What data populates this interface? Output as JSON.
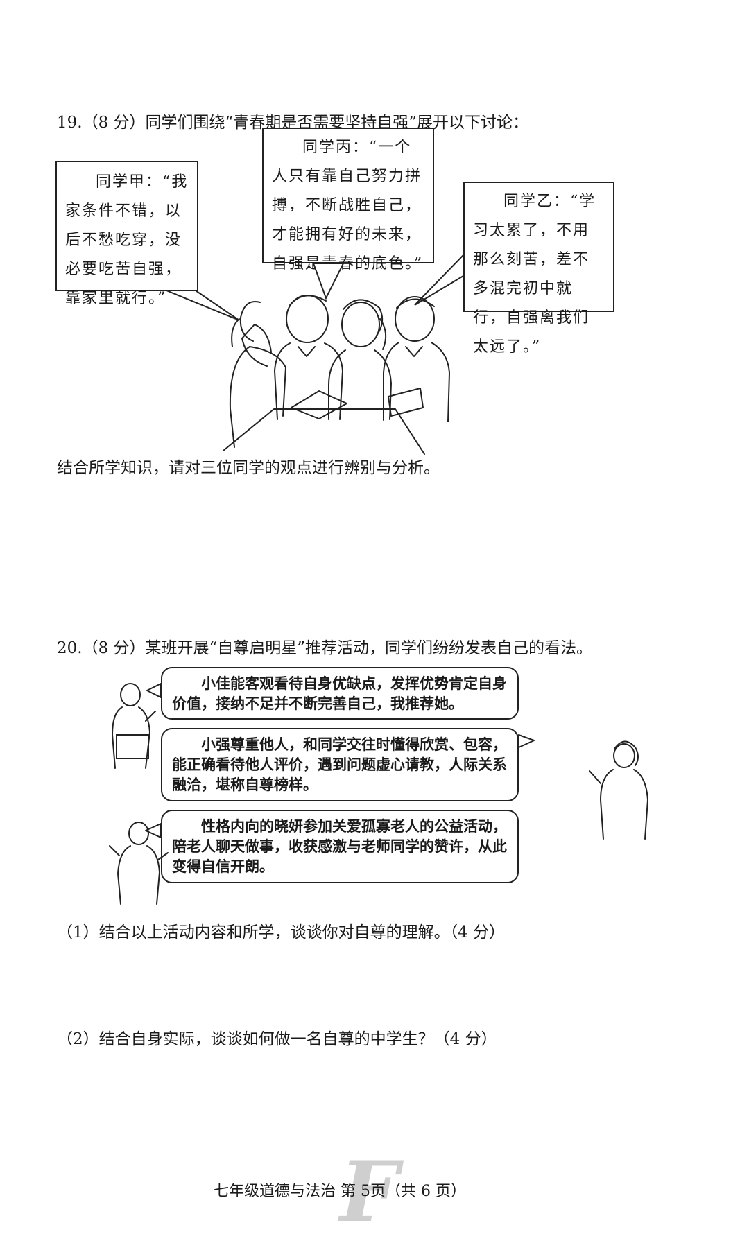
{
  "q19": {
    "title": "19.（8 分）同学们围绕“青春期是否需要坚持自强”展开以下讨论：",
    "bubble_a": "同学甲：“我家条件不错，以后不愁吃穿，没必要吃苦自强，靠家里就行。”",
    "bubble_b": "同学丙：“一个人只有靠自己努力拼搏，不断战胜自己，才能拥有好的未来，自强是青春的底色。”",
    "bubble_c": "同学乙：“学习太累了，不用那么刻苦，差不多混完初中就行，自强离我们太远了。”",
    "question": "结合所学知识，请对三位同学的观点进行辨别与分析。"
  },
  "q20": {
    "title": "20.（8 分）某班开展“自尊启明星”推荐活动，同学们纷纷发表自己的看法。",
    "bubble_1": "小佳能客观看待自身优缺点，发挥优势肯定自身价值，接纳不足并不断完善自己，我推荐她。",
    "bubble_2": "小强尊重他人，和同学交往时懂得欣赏、包容，能正确看待他人评价，遇到问题虚心请教，人际关系融洽，堪称自尊榜样。",
    "bubble_3": "性格内向的晓妍参加关爱孤寡老人的公益活动，陪老人聊天做事，收获感激与老师同学的赞许，从此变得自信开朗。",
    "sub1": "（1）结合以上活动内容和所学，谈谈你对自尊的理解。（4 分）",
    "sub2": "（2）结合自身实际，谈谈如何做一名自尊的中学生？（4 分）"
  },
  "footer": {
    "text": "七年级道德与法治 第 5页（共 6 页）",
    "watermark": "F"
  }
}
